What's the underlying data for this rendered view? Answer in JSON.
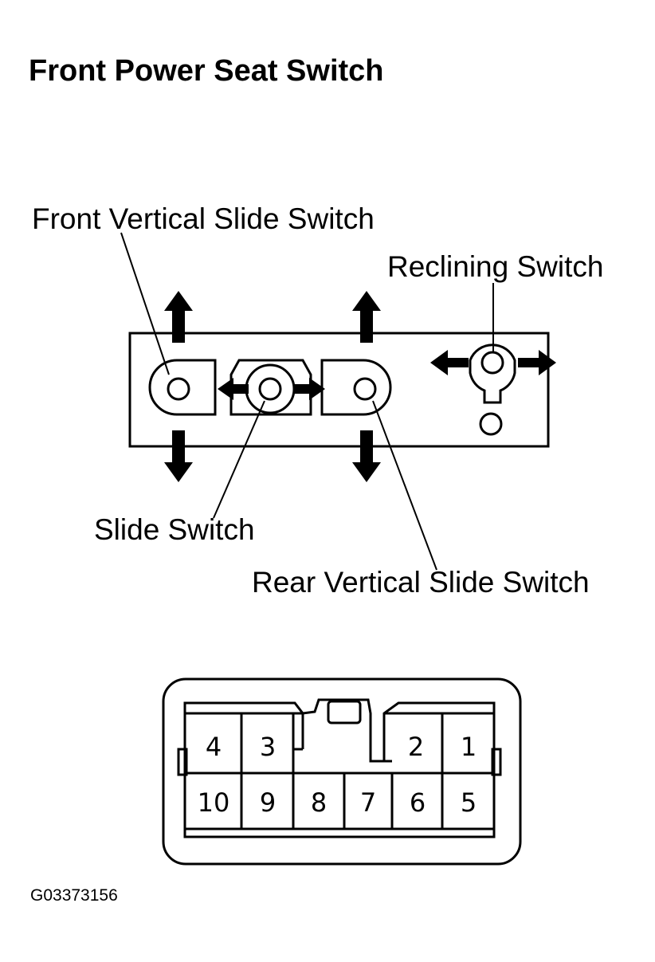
{
  "title": "Front Power Seat Switch",
  "labels": {
    "front_vertical": "Front Vertical Slide Switch",
    "reclining": "Reclining Switch",
    "slide": "Slide Switch",
    "rear_vertical": "Rear Vertical Slide Switch"
  },
  "connector_pins": {
    "top_row": [
      "4",
      "3",
      "2",
      "1"
    ],
    "bottom_row": [
      "10",
      "9",
      "8",
      "7",
      "6",
      "5"
    ]
  },
  "figure_code": "G03373156"
}
